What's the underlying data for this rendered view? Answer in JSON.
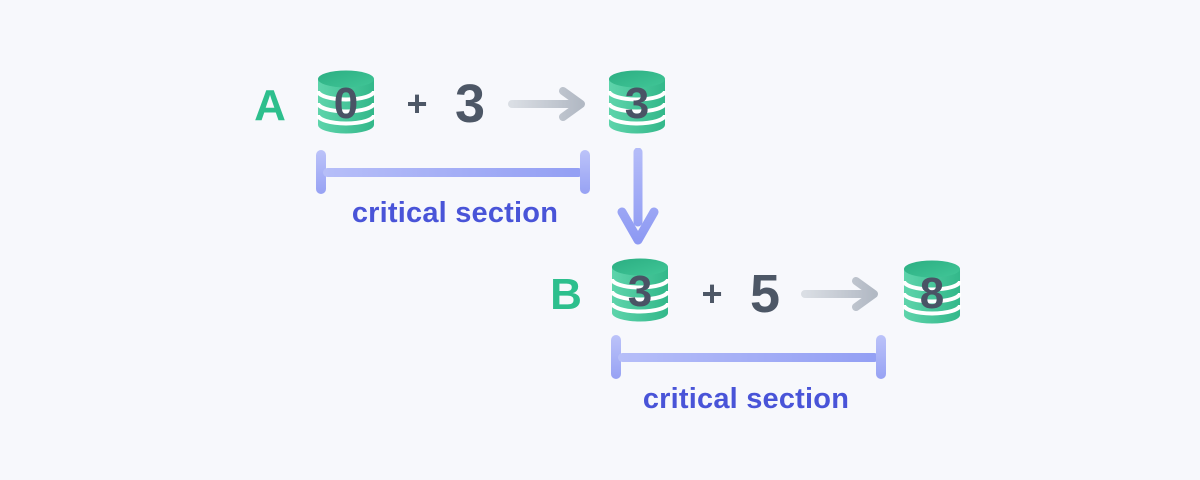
{
  "colors": {
    "background": "#f7f8fc",
    "thread_label_green": "#2dbf8d",
    "database_green_light": "#5ed4ab",
    "database_green_dark": "#33b88a",
    "database_top_green": "#2fb286",
    "number_slate": "#4a5365",
    "arrow_gray": "#b9bfca",
    "bracket_purple": "#a3adf6",
    "critical_section_text": "#4954d8"
  },
  "icons": {
    "database": "database-cylinder-icon",
    "arrow_right": "arrow-right-icon",
    "arrow_down": "arrow-down-icon"
  },
  "diagram": {
    "rows": [
      {
        "label": "A",
        "initial_value": "0",
        "operator": "+",
        "operand": "3",
        "result_value": "3",
        "bracket_label": "critical section"
      },
      {
        "label": "B",
        "initial_value": "3",
        "operator": "+",
        "operand": "5",
        "result_value": "8",
        "bracket_label": "critical section"
      }
    ]
  }
}
